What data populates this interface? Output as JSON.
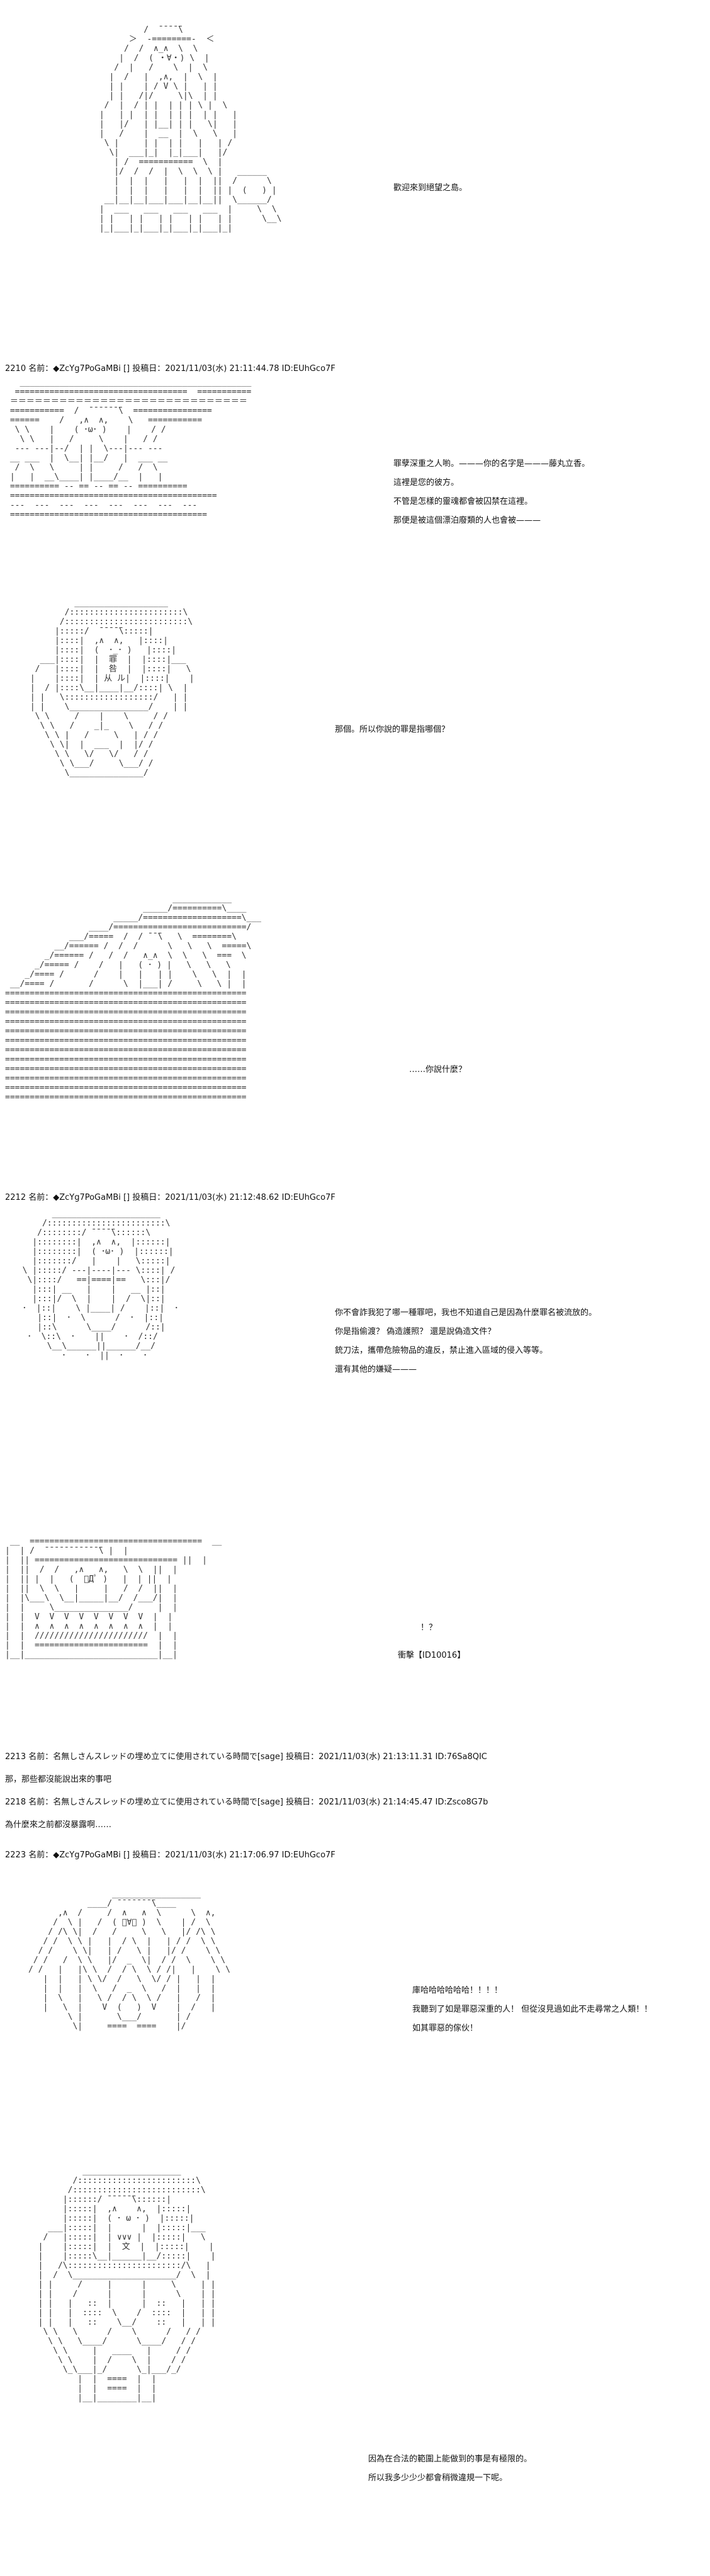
{
  "panels": [
    {
      "id": "p1",
      "dialog": [
        "歡迎來到絕望之島。"
      ]
    },
    {
      "id": "p2",
      "header": "2210 名前：◆ZcYg7PoGaMBi [] 投稿日：2021/11/03(水) 21:11:44.78 ID:EUhGco7F",
      "dialog": [
        "罪孽深重之人喲。———你的名字是———藤丸立香。",
        "這裡是您的彼方。",
        "不管是怎樣的靈魂都會被囚禁在這裡。",
        "那便是被這個漂泊廢類的人也會被———"
      ]
    },
    {
      "id": "p3",
      "dialog": [
        "那個。所以你說的罪是指哪個？"
      ]
    },
    {
      "id": "p4",
      "dialog": [
        "……你說什麼？"
      ]
    },
    {
      "id": "p5",
      "header": "2212 名前：◆ZcYg7PoGaMBi [] 投稿日：2021/11/03(水) 21:12:48.62 ID:EUhGco7F",
      "dialog": [
        "你不會詐我犯了哪一種罪吧，我也不知道自己是因為什麼罪名被流放的。",
        "你是指偷渡？ 偽造護照？ 還是說偽造文件？",
        "銃刀法，攜帶危險物品的違反，禁止進入區域的侵入等等。",
        "還有其他的嫌疑———"
      ]
    },
    {
      "id": "p6",
      "dialog": [
        "！？",
        "衝擊【ID10016】"
      ],
      "posts": [
        {
          "header": "2213 名前：名無しさんスレッドの埋め立てに使用されている時間で[sage] 投稿日：2021/11/03(水) 21:13:11.31 ID:76Sa8QIC",
          "body": "那，那些都沒能說出來的事吧"
        },
        {
          "header": "2218 名前：名無しさんスレッドの埋め立てに使用されている時間で[sage] 投稿日：2021/11/03(水) 21:14:45.47 ID:Zsco8G7b",
          "body": "為什麼來之前都沒暴露啊……"
        }
      ]
    },
    {
      "id": "p7",
      "header": "2223 名前：◆ZcYg7PoGaMBi [] 投稿日：2021/11/03(水) 21:17:06.97 ID:EUhGco7F",
      "dialog": [
        "庫哈哈哈哈哈哈！！！！",
        "我聽到了如是罪惡深重的人！ 但從沒見過如此不走尋常之人類！！",
        "如其罪惡的傢伙！"
      ]
    },
    {
      "id": "p8",
      "dialog": [
        "因為在合法的範圍上能做到的事是有極限的。",
        "所以我多少少少都會稍微違規一下呢。"
      ]
    }
  ]
}
